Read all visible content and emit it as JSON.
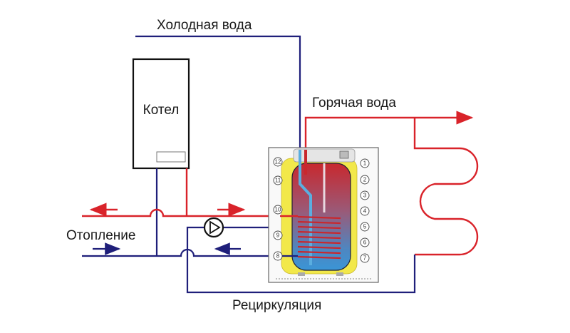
{
  "labels": {
    "cold_water": "Холодная вода",
    "hot_water": "Горячая вода",
    "boiler": "Котел",
    "heating": "Отопление",
    "recirculation": "Рециркуляция"
  },
  "tank_callouts": {
    "left": [
      "12",
      "11",
      "10",
      "9",
      "8"
    ],
    "right": [
      "1",
      "2",
      "3",
      "4",
      "5",
      "6",
      "7"
    ]
  },
  "colors": {
    "hot": "#d9232a",
    "cold": "#1f1f7a",
    "insulation": "#f2e84a",
    "tank_top": "#c8282e",
    "tank_bottom": "#3a8fd0"
  }
}
